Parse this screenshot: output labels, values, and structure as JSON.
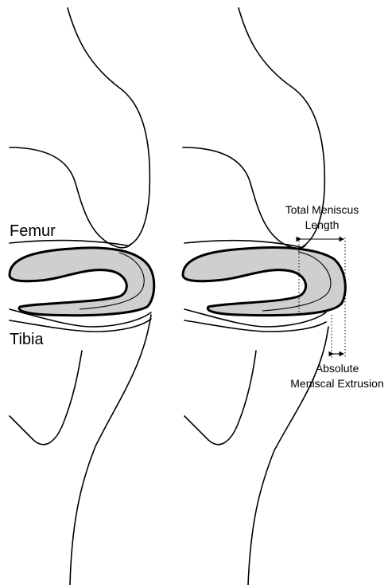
{
  "labels": {
    "femur": "Femur",
    "tibia": "Tibia",
    "total_length_line1": "Total Meniscus",
    "total_length_line2": "Length",
    "extrusion_line1": "Absolute",
    "extrusion_line2": "Meniscal Extrusion"
  },
  "colors": {
    "meniscus_fill": "#cfcfcf",
    "line": "#000000",
    "background": "#ffffff"
  }
}
